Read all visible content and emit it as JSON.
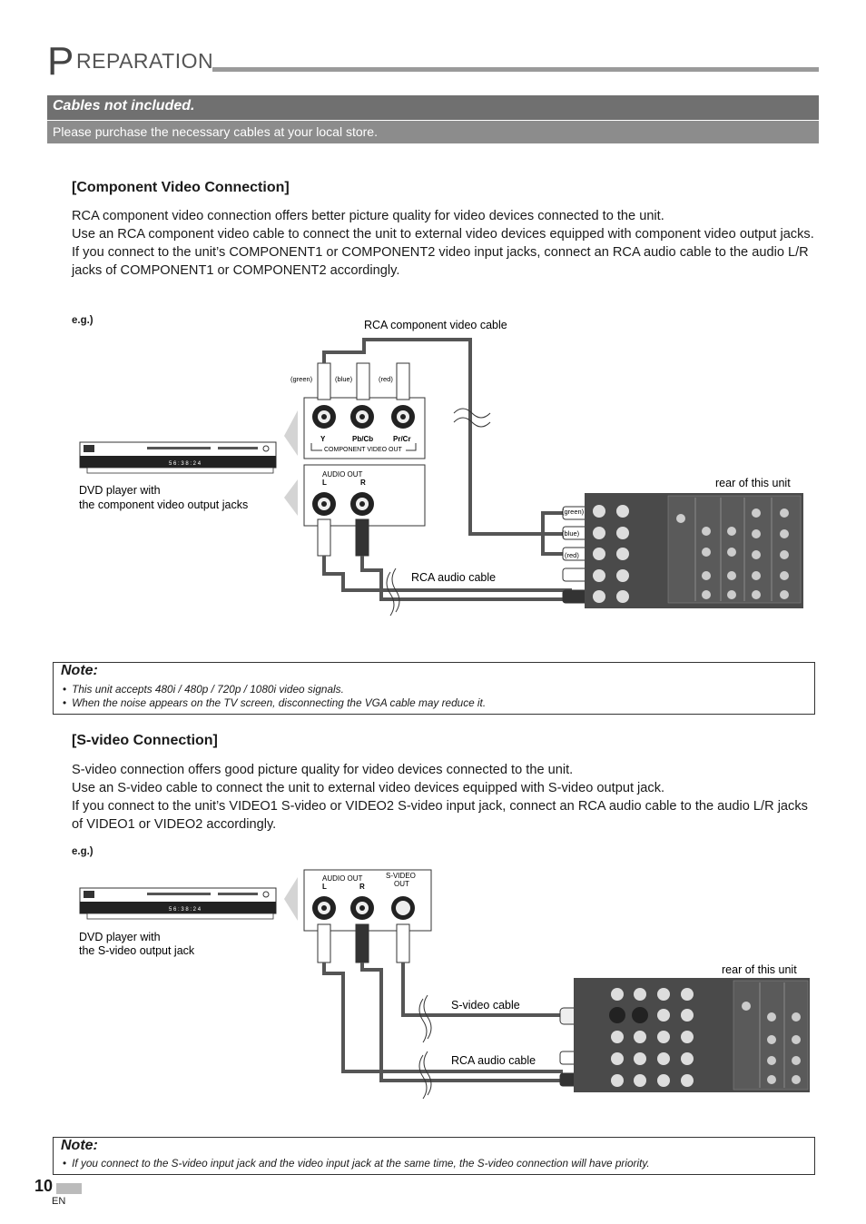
{
  "header": {
    "title_cap": "P",
    "title_rest": "REPARATION"
  },
  "banner": {
    "heading": "Cables not included.",
    "subheading": "Please purchase the necessary cables at your local store."
  },
  "component": {
    "title": "[Component Video Connection]",
    "paragraphs": [
      "RCA component video connection offers better picture quality for video devices connected to the unit.",
      "Use an RCA component video cable to connect the unit to external video devices equipped with component video output jacks.",
      "If you connect to the unit’s COMPONENT1 or COMPONENT2 video input jacks, connect an RCA audio cable to the audio L/R jacks of COMPONENT1 or COMPONENT2 accordingly."
    ],
    "eg": "e.g.)",
    "diagram": {
      "cable_video": "RCA component video cable",
      "plug_green": "(green)",
      "plug_blue": "(blue)",
      "plug_red": "(red)",
      "jack_y": "Y",
      "jack_pb": "Pb/Cb",
      "jack_pr": "Pr/Cr",
      "comp_out": "COMPONENT VIDEO OUT",
      "audio_out": "AUDIO OUT",
      "audio_l": "L",
      "audio_r": "R",
      "dvd_line1": "DVD player with",
      "dvd_line2": "the component video output jacks",
      "rear": "rear of this unit",
      "audio_cable": "RCA audio cable",
      "tag_green": "(green)",
      "tag_blue": "(blue)",
      "tag_red": "(red)",
      "dvd_display": "5 6 : 3 8 : 2 4"
    }
  },
  "note1": {
    "title": "Note:",
    "items": [
      "This unit accepts 480i / 480p / 720p / 1080i video signals.",
      "When the noise appears on the TV screen, disconnecting the VGA cable may reduce it."
    ]
  },
  "svideo": {
    "title": "[S-video Connection]",
    "paragraphs": [
      "S-video connection offers good picture quality for video devices connected to the unit.",
      "Use an S-video cable to connect the unit to external video devices equipped with S-video output jack.",
      "If you connect to the unit’s VIDEO1 S-video or VIDEO2 S-video input jack, connect an RCA audio cable to the audio L/R jacks of VIDEO1 or VIDEO2 accordingly."
    ],
    "eg": "e.g.)",
    "diagram": {
      "audio_out": "AUDIO OUT",
      "audio_l": "L",
      "audio_r": "R",
      "svideo_out_1": "S-VIDEO",
      "svideo_out_2": "OUT",
      "dvd_line1": "DVD player with",
      "dvd_line2": "the S-video output jack",
      "rear": "rear of this unit",
      "svideo_cable": "S-video cable",
      "audio_cable": "RCA audio cable",
      "dvd_display": "5 6 : 3 8 : 2 4"
    }
  },
  "note2": {
    "title": "Note:",
    "items": [
      "If you connect to the S-video input jack and the video input jack at the same time, the S-video connection will have priority."
    ]
  },
  "footer": {
    "page_number": "10",
    "lang": "EN"
  }
}
